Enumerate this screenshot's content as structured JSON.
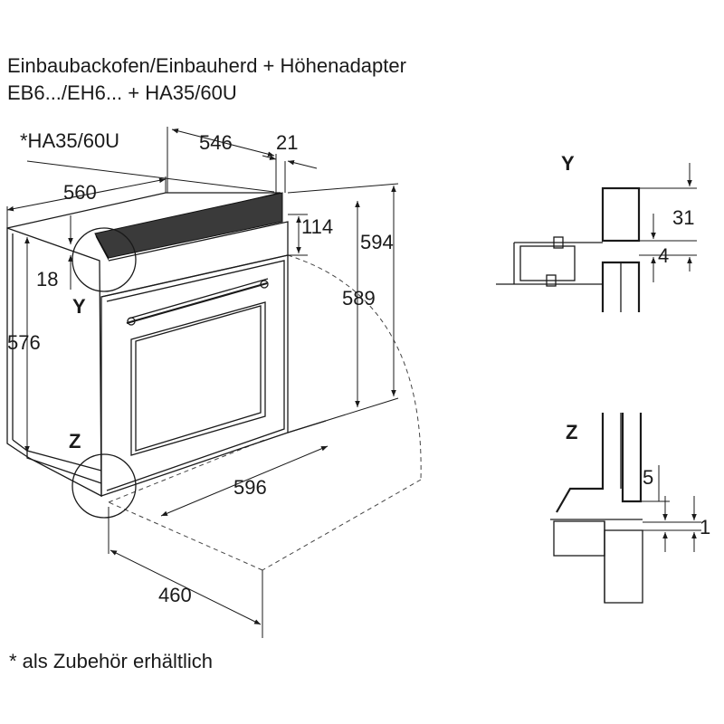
{
  "header": {
    "line1": "Einbaubackofen/Einbauherd + Höhenadapter",
    "line2": "EB6.../EH6... + HA35/60U"
  },
  "accessory_label": "*HA35/60U",
  "dimensions": {
    "d546": "546",
    "d21": "21",
    "d560": "560",
    "d114": "114",
    "d594": "594",
    "d589": "589",
    "d18": "18",
    "d576": "576",
    "d596": "596",
    "d460": "460"
  },
  "detail_labels": {
    "y_main": "Y",
    "z_main": "Z",
    "y_detail": "Y",
    "z_detail": "Z"
  },
  "detail_dims": {
    "y31": "31",
    "y4": "4",
    "z5": "5",
    "z1": "1"
  },
  "footnote": "* als Zubehör erhältlich"
}
